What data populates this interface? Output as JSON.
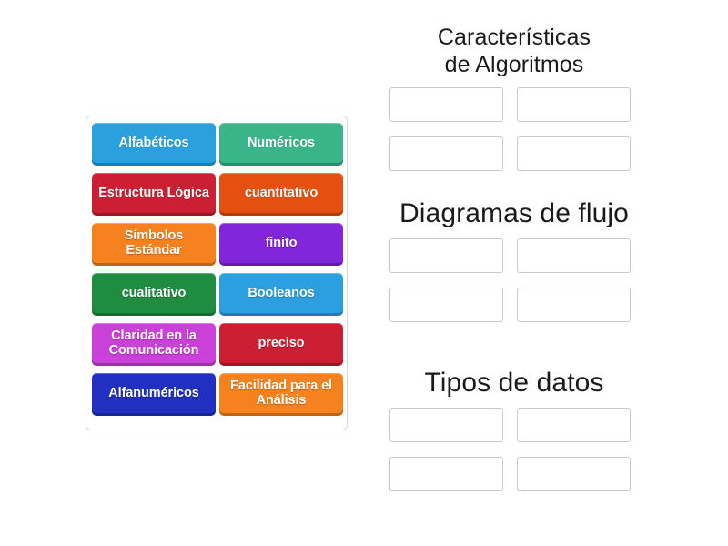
{
  "activity": {
    "type": "group-sort",
    "tray_label": "tiles-tray"
  },
  "tiles": [
    {
      "label": "Alfabéticos",
      "color": "#2ba0de",
      "shadow": "#1b7cae"
    },
    {
      "label": "Numéricos",
      "color": "#3ab58a",
      "shadow": "#2a8d6a"
    },
    {
      "label": "Estructura Lógica",
      "color": "#cb2033",
      "shadow": "#9c1826"
    },
    {
      "label": "cuantitativo",
      "color": "#e4500f",
      "shadow": "#b23c0b"
    },
    {
      "label": "Símbolos Estándar",
      "color": "#f5821f",
      "shadow": "#c06415"
    },
    {
      "label": "finito",
      "color": "#8126db",
      "shadow": "#631da8"
    },
    {
      "label": "cualitativo",
      "color": "#1f8c40",
      "shadow": "#166b30"
    },
    {
      "label": "Booleanos",
      "color": "#2b9fe0",
      "shadow": "#1f7cb0"
    },
    {
      "label": "Claridad en la Comunicación",
      "color": "#ca41d7",
      "shadow": "#9c31a7"
    },
    {
      "label": "preciso",
      "color": "#cb2033",
      "shadow": "#9c1826"
    },
    {
      "label": "Alfanuméricos",
      "color": "#2130c0",
      "shadow": "#182494"
    },
    {
      "label": "Facilidad para el Análisis",
      "color": "#f5821f",
      "shadow": "#c06415"
    }
  ],
  "categories": [
    {
      "title": "Características\nde Algoritmos",
      "title_line1": "Características",
      "title_line2": "de Algoritmos",
      "slots": [
        "",
        "",
        "",
        ""
      ]
    },
    {
      "title": "Diagramas de flujo",
      "title_line1": "Diagramas de flujo",
      "title_line2": "",
      "slots": [
        "",
        "",
        "",
        ""
      ]
    },
    {
      "title": "Tipos de datos",
      "title_line1": "Tipos de datos",
      "title_line2": "",
      "slots": [
        "",
        "",
        "",
        ""
      ]
    }
  ]
}
